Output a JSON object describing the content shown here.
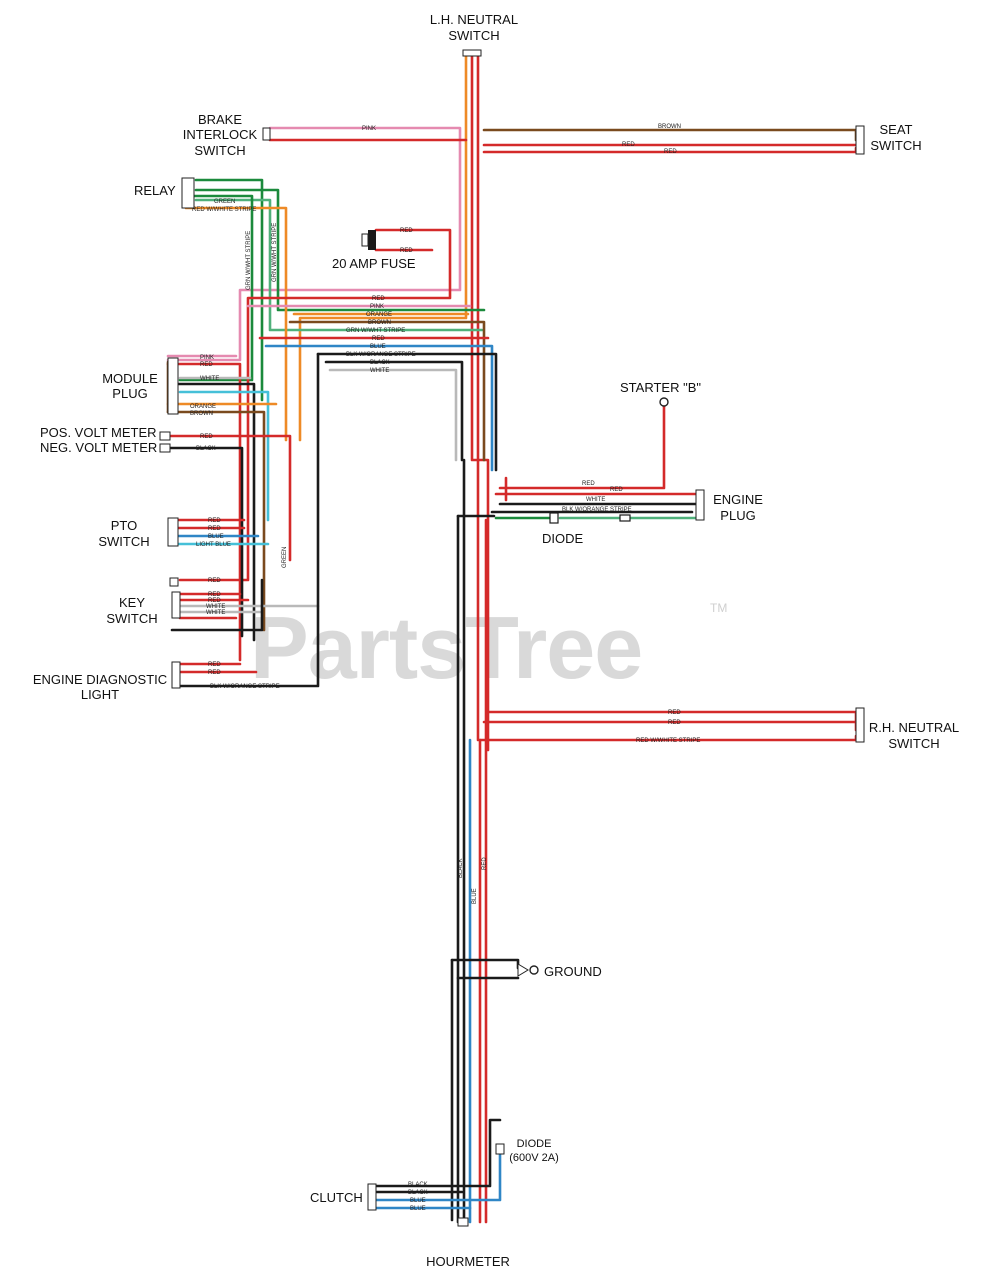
{
  "components": {
    "lh_neutral_switch": [
      "L.H. NEUTRAL",
      "SWITCH"
    ],
    "brake_interlock_switch": [
      "BRAKE",
      "INTERLOCK",
      "SWITCH"
    ],
    "seat_switch": [
      "SEAT",
      "SWITCH"
    ],
    "relay": "RELAY",
    "fuse": "20 AMP FUSE",
    "module_plug": [
      "MODULE",
      "PLUG"
    ],
    "starter_b": "STARTER \"B\"",
    "pos_volt_meter": "POS. VOLT METER",
    "neg_volt_meter": "NEG. VOLT METER",
    "engine_plug": [
      "ENGINE",
      "PLUG"
    ],
    "diode": "DIODE",
    "pto_switch": [
      "PTO",
      "SWITCH"
    ],
    "key_switch": [
      "KEY",
      "SWITCH"
    ],
    "engine_diagnostic_light": [
      "ENGINE DIAGNOSTIC",
      "LIGHT"
    ],
    "rh_neutral_switch": [
      "R.H. NEUTRAL",
      "SWITCH"
    ],
    "ground": "GROUND",
    "diode_rating": [
      "DIODE",
      "(600V 2A)"
    ],
    "clutch": "CLUTCH",
    "hourmeter": "HOURMETER"
  },
  "wire_labels": {
    "pink": "PINK",
    "brown": "BROWN",
    "red": "RED",
    "green": "GREEN",
    "red_white_stripe": "RED W/WHITE STRIPE",
    "orange": "ORANGE",
    "green_white_stripe": "GRN W/WHT STRIPE",
    "blue": "BLUE",
    "black_orange_stripe": "BLK W/ORANGE STRIPE",
    "black": "BLACK",
    "white": "WHITE",
    "light_blue": "LIGHT BLUE"
  },
  "watermark": "PartsTree",
  "trademark": "TM",
  "colors": {
    "red": "#d42a2a",
    "black": "#1a1a1a",
    "pink": "#e58ab0",
    "orange": "#ee8a26",
    "brown": "#7a4a1e",
    "green": "#1b8a3c",
    "blue": "#2f86c6",
    "light_blue": "#45c0d8",
    "white": "#b9b9b9"
  }
}
